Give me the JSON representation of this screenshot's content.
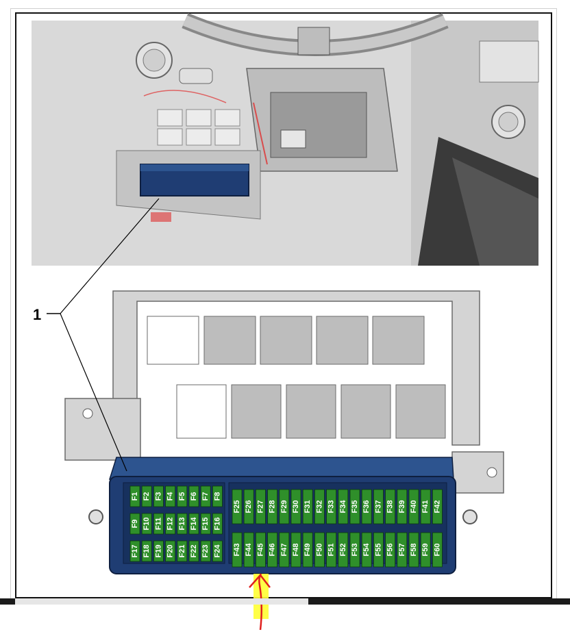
{
  "callout": {
    "number": "1"
  },
  "fuses": {
    "top_left_row": [
      "F1",
      "F2",
      "F3",
      "F4",
      "F5",
      "F6",
      "F7",
      "F8"
    ],
    "mid_left_row": [
      "F9",
      "F10",
      "F11",
      "F12",
      "F13",
      "F14",
      "F15",
      "F16"
    ],
    "bottom_left_row": [
      "F17",
      "F18",
      "F19",
      "F20",
      "F21",
      "F22",
      "F23",
      "F24"
    ],
    "top_right_row": [
      "F25",
      "F26",
      "F27",
      "F28",
      "F29",
      "F30",
      "F31",
      "F32",
      "F33",
      "F34",
      "F35",
      "F36",
      "F37",
      "F38",
      "F39",
      "F40",
      "F41",
      "F42"
    ],
    "bottom_right_row": [
      "F43",
      "F44",
      "F45",
      "F46",
      "F47",
      "F48",
      "F49",
      "F50",
      "F51",
      "F52",
      "F53",
      "F54",
      "F55",
      "F56",
      "F57",
      "F58",
      "F59",
      "F60"
    ],
    "highlighted": "F45"
  },
  "colors": {
    "fuse_box_blue": "#1f3d73",
    "fuse_green": "#2f8f2a",
    "highlight_yellow": "#ffff33",
    "arrow_red": "#e0201e"
  }
}
